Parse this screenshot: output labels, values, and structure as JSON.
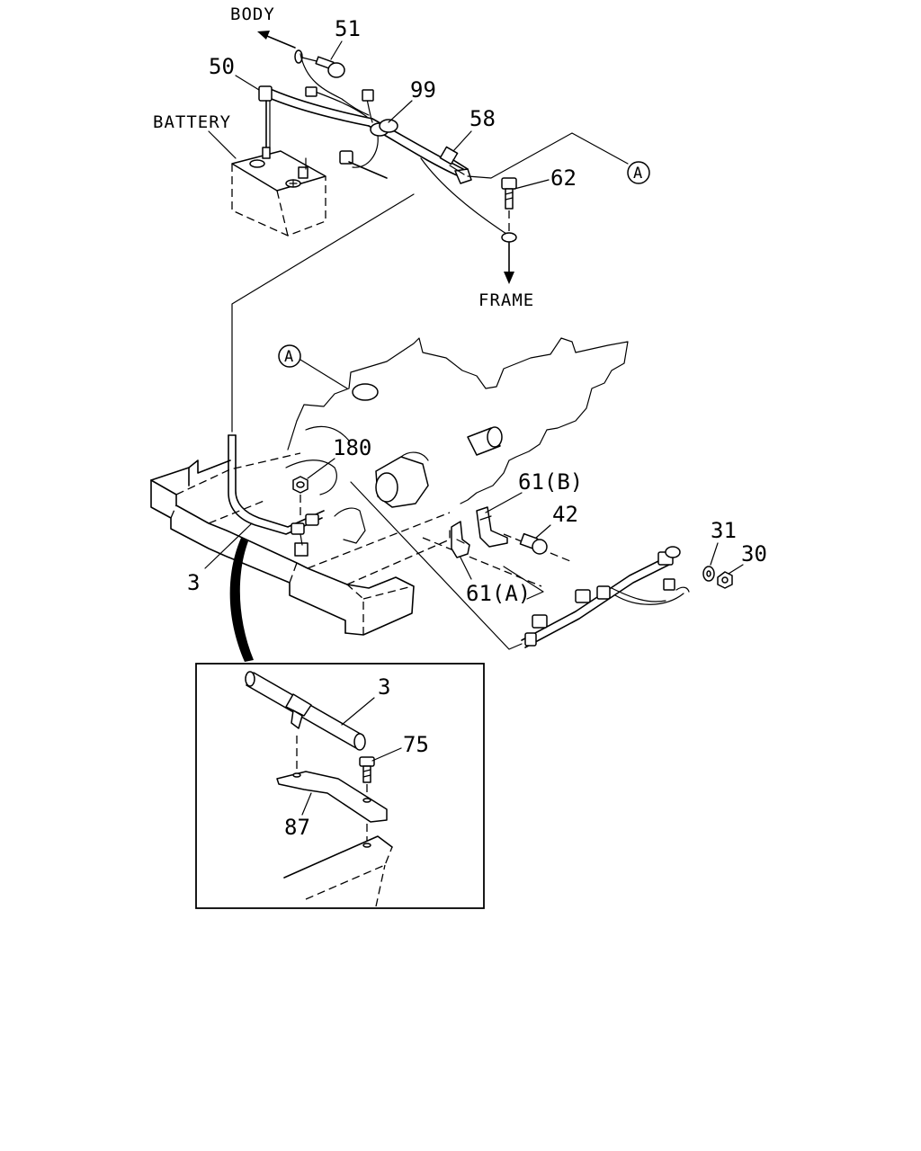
{
  "labels": {
    "body": "BODY",
    "battery": "BATTERY",
    "frame": "FRAME",
    "ref_a_top": "A",
    "ref_a_engine": "A",
    "p51": "51",
    "p50": "50",
    "p99": "99",
    "p58": "58",
    "p62": "62",
    "p180": "180",
    "p61b": "61(B)",
    "p42": "42",
    "p31": "31",
    "p30": "30",
    "p3": "3",
    "p61a": "61(A)",
    "inset_p3": "3",
    "inset_p75": "75",
    "inset_p87": "87"
  }
}
